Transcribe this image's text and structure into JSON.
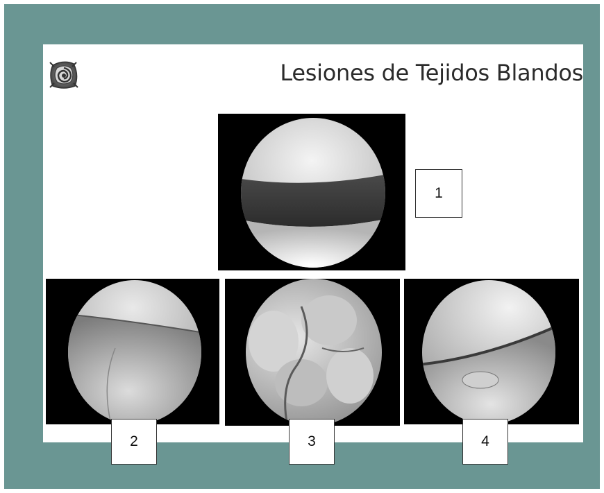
{
  "slide": {
    "title": "Lesiones de Tejidos Blandos",
    "logo_icon": "spiral-logo-icon",
    "frame_color": "#6a9693"
  },
  "images": [
    {
      "label": "1",
      "icon": "arthroscopy-image"
    },
    {
      "label": "2",
      "icon": "arthroscopy-image"
    },
    {
      "label": "3",
      "icon": "arthroscopy-image"
    },
    {
      "label": "4",
      "icon": "arthroscopy-image"
    }
  ]
}
